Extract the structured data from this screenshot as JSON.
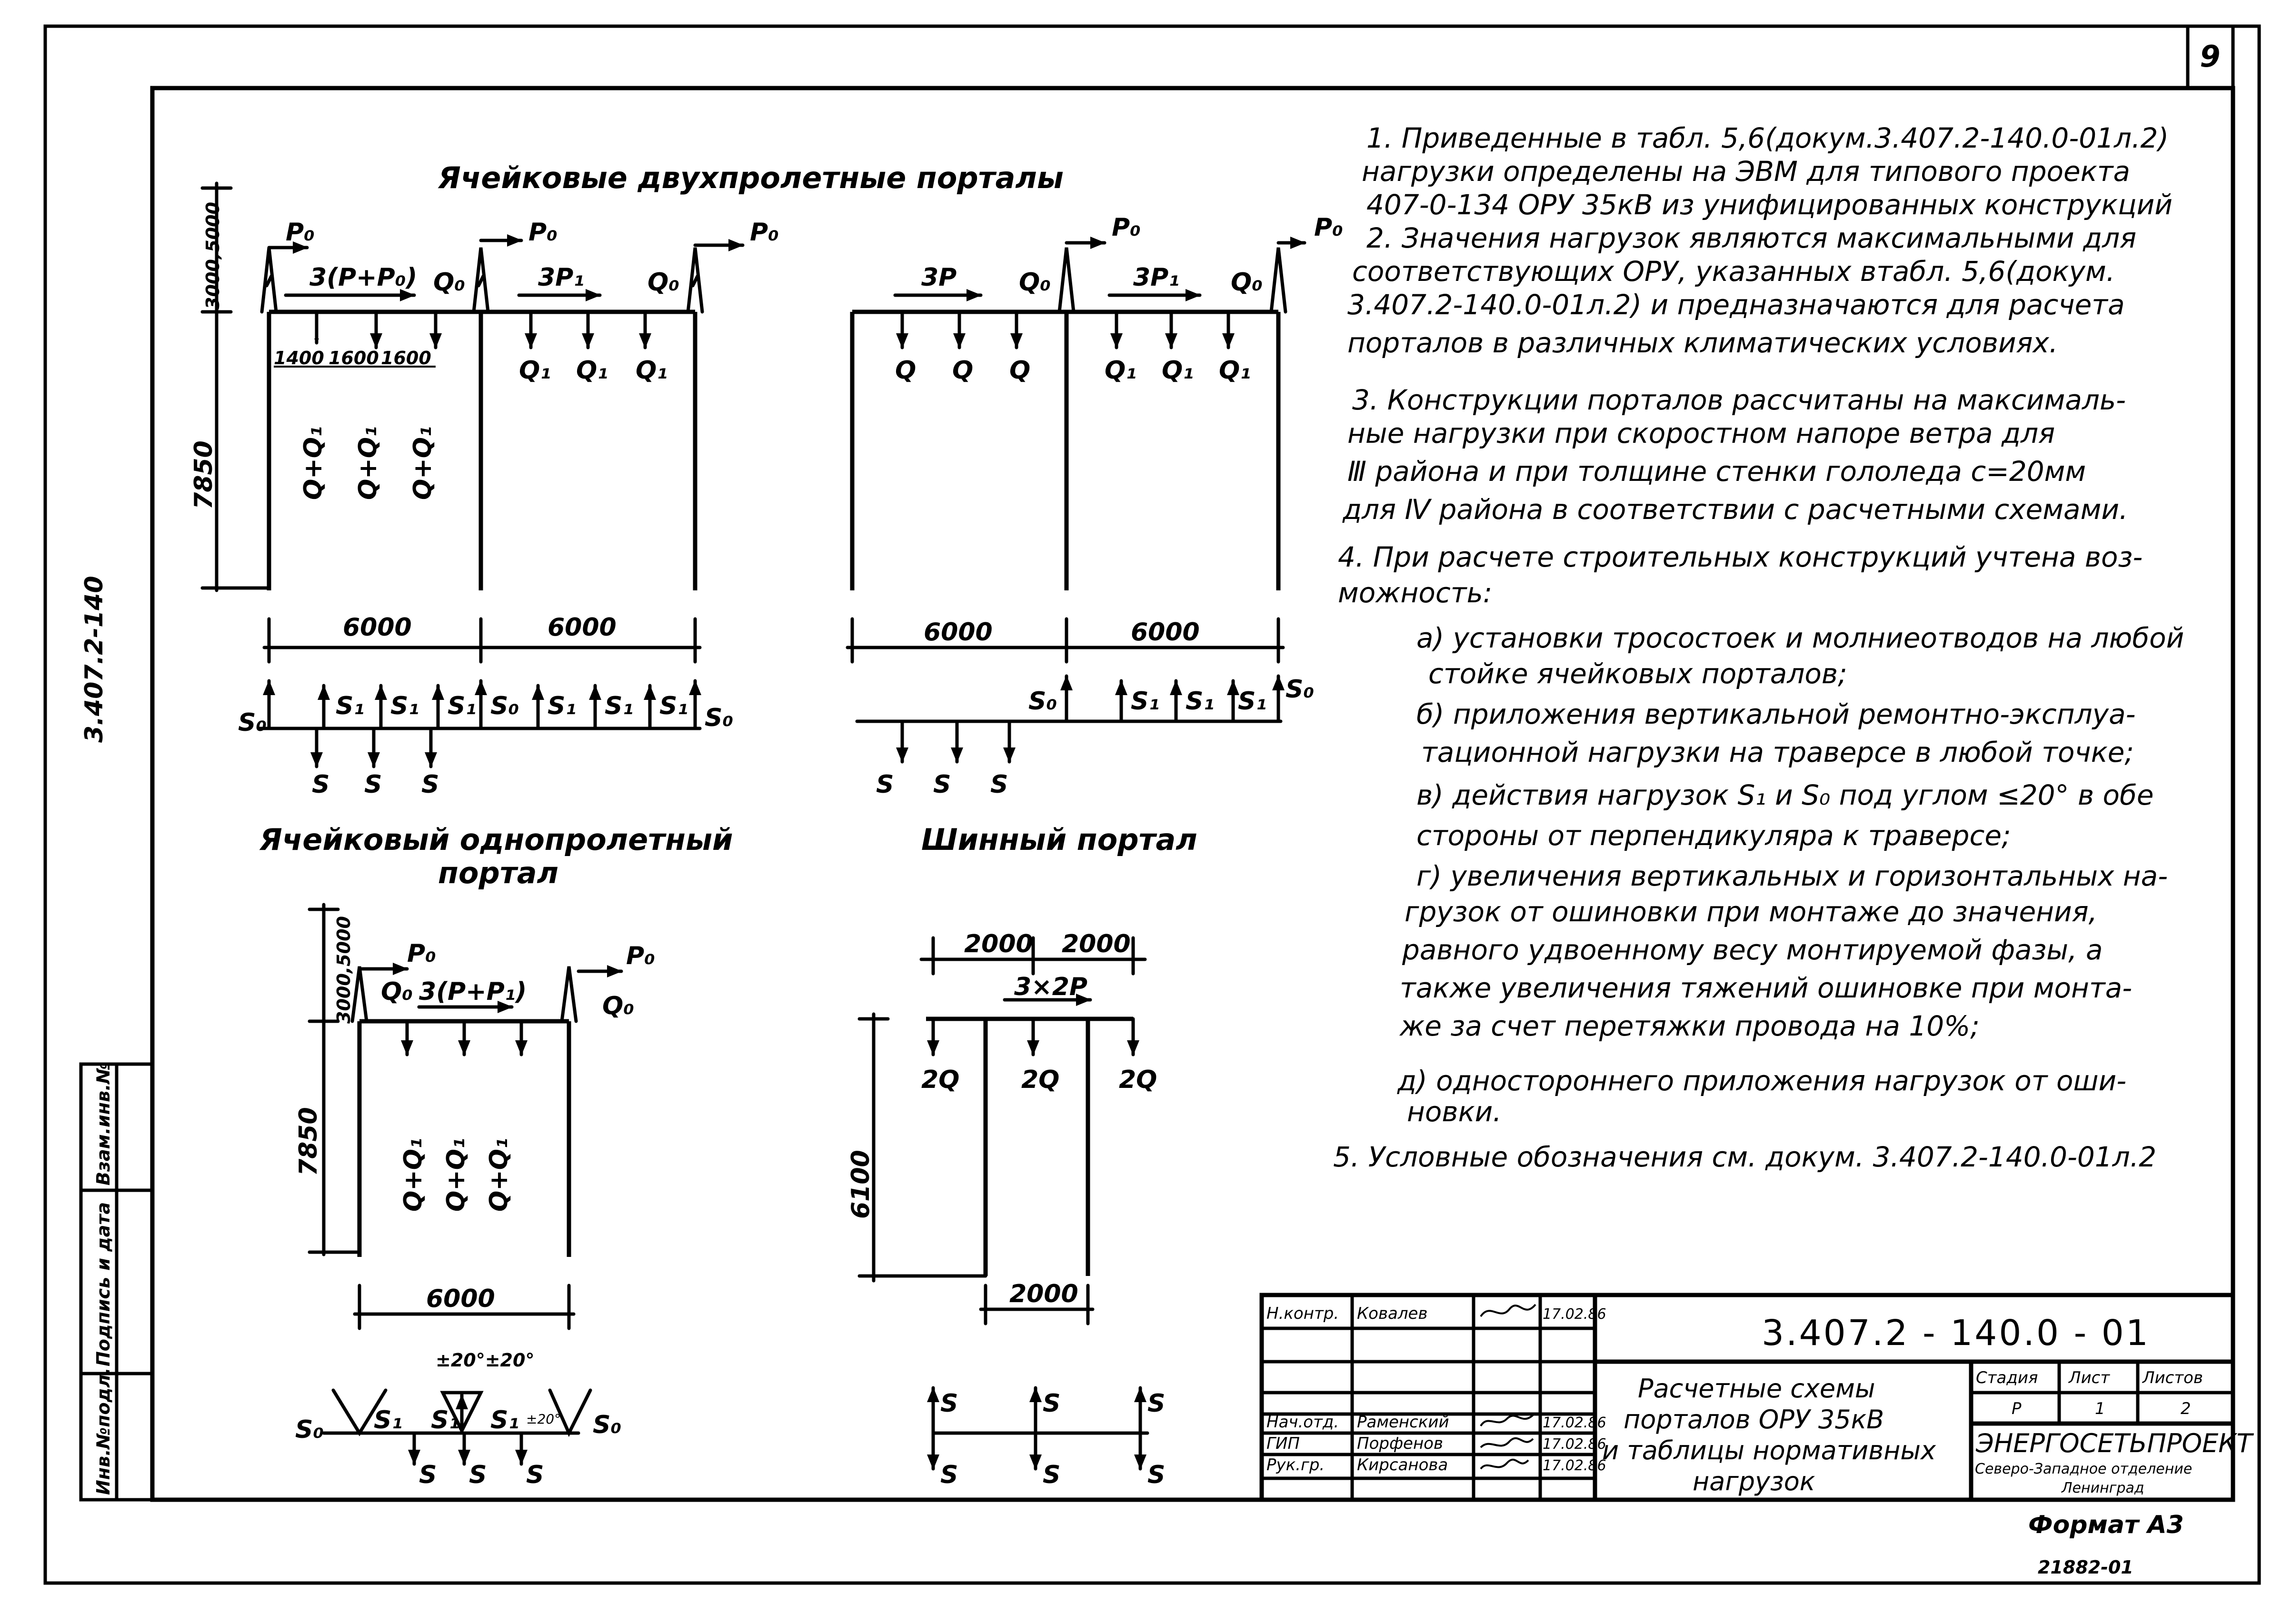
{
  "sheet": {
    "page_number": "9",
    "side_code": "3.407.2-140",
    "format_label": "Формат А3",
    "inventory_number": "21882-01"
  },
  "left_stamp": {
    "labels": [
      "Инв.№подл.",
      "Подпись и дата",
      "Взам.инв.№"
    ]
  },
  "figures": {
    "two_span": {
      "title": "Ячейковые двухпролетные порталы",
      "dim_top": "3000,5000",
      "dim_height": "7850",
      "dim_span_left": "6000",
      "dim_span_right": "6000",
      "sub_dims": [
        "1400",
        "1600",
        "1600"
      ],
      "loads_top_left": "3(P+P₀)",
      "loads_top_right": "3P₁",
      "p0": "P₀",
      "q0": "Q₀",
      "q1": "Q₁",
      "vertical": [
        "Q+Q₁",
        "Q+Q₁",
        "Q+Q₁"
      ],
      "s0": "S₀",
      "s1": "S₁",
      "s": "S"
    },
    "two_span_b": {
      "loads_top_left": "3P",
      "loads_top_right": "3P₁",
      "q": "Q",
      "dim_span_left": "6000",
      "dim_span_right": "6000"
    },
    "one_span": {
      "title": "Ячейковый однопролетный портал",
      "dim_top": "3000,5000",
      "dim_height": "7850",
      "dim_span": "6000",
      "loads_top": "3(P+P₁)",
      "vertical": [
        "Q+Q₁",
        "Q+Q₁",
        "Q+Q₁"
      ],
      "angle_label": "±20°±20°",
      "angle_small": "±20°"
    },
    "bus_portal": {
      "title": "Шинный портал",
      "dim_top_left": "2000",
      "dim_top_right": "2000",
      "load_top": "3×2P",
      "q2": "2Q",
      "dim_height": "6100",
      "dim_bottom": "2000"
    }
  },
  "notes": [
    "1. Приведенные в табл. 5,6(докум.3.407.2-140.0-01л.2)",
    "нагрузки определены на ЭВМ для типового проекта",
    "407-0-134 ОРУ 35кВ из унифицированных конструкций",
    "2. Значения нагрузок являются максимальными для",
    "соответствующих ОРУ, указанных втабл. 5,6(докум.",
    "3.407.2-140.0-01л.2) и предназначаются для расчета",
    "порталов в различных климатических условиях.",
    "3. Конструкции порталов рассчитаны на максималь-",
    "ные нагрузки при скоростном напоре ветра для",
    "Ⅲ района и при толщине стенки гололеда с=20мм",
    "для Ⅳ района в соответствии с расчетными схемами.",
    "4. При расчете строительных конструкций учтена воз-",
    "можность:",
    "а) установки тросостоек и молниеотводов на любой",
    "стойке ячейковых порталов;",
    "б) приложения вертикальной ремонтно-эксплуа-",
    "тационной нагрузки на траверсе в любой точке;",
    "в) действия нагрузок S₁ и S₀ под углом ≤20° в обе",
    "стороны от перпендикуляра к траверсе;",
    "г) увеличения вертикальных и горизонтальных на-",
    "грузок от ошиновки при монтаже до значения,",
    "равного удвоенному весу монтируемой фазы, а",
    "также увеличения тяжений ошиновке при монта-",
    "же за счет перетяжки провода на 10%;",
    "д) одностороннего приложения нагрузок от оши-",
    "новки.",
    "5. Условные обозначения см. докум. 3.407.2-140.0-01л.2"
  ],
  "title_block": {
    "document_code": "3.407.2 - 140.0 - 01",
    "rows": [
      {
        "role": "Н.контр.",
        "name": "Ковалев",
        "date": "17.02.86"
      },
      {
        "role": "Нач.отд.",
        "name": "Раменский",
        "date": "17.02.86"
      },
      {
        "role": "ГИП",
        "name": "Порфенов",
        "date": "17.02.86"
      },
      {
        "role": "Рук.гр.",
        "name": "Кирсанова",
        "date": "17.02.86"
      }
    ],
    "description": [
      "Расчетные схемы",
      "порталов ОРУ 35кВ",
      "и таблицы нормативных",
      "нагрузок"
    ],
    "stage_header": "Стадия",
    "sheet_header": "Лист",
    "sheets_header": "Листов",
    "stage_value": "Р",
    "sheet_value": "1",
    "sheets_value": "2",
    "org_name": "ЭНЕРГОСЕТЬПРОЕКТ",
    "org_branch": "Северо-Западное отделение",
    "org_city": "Ленинград"
  }
}
